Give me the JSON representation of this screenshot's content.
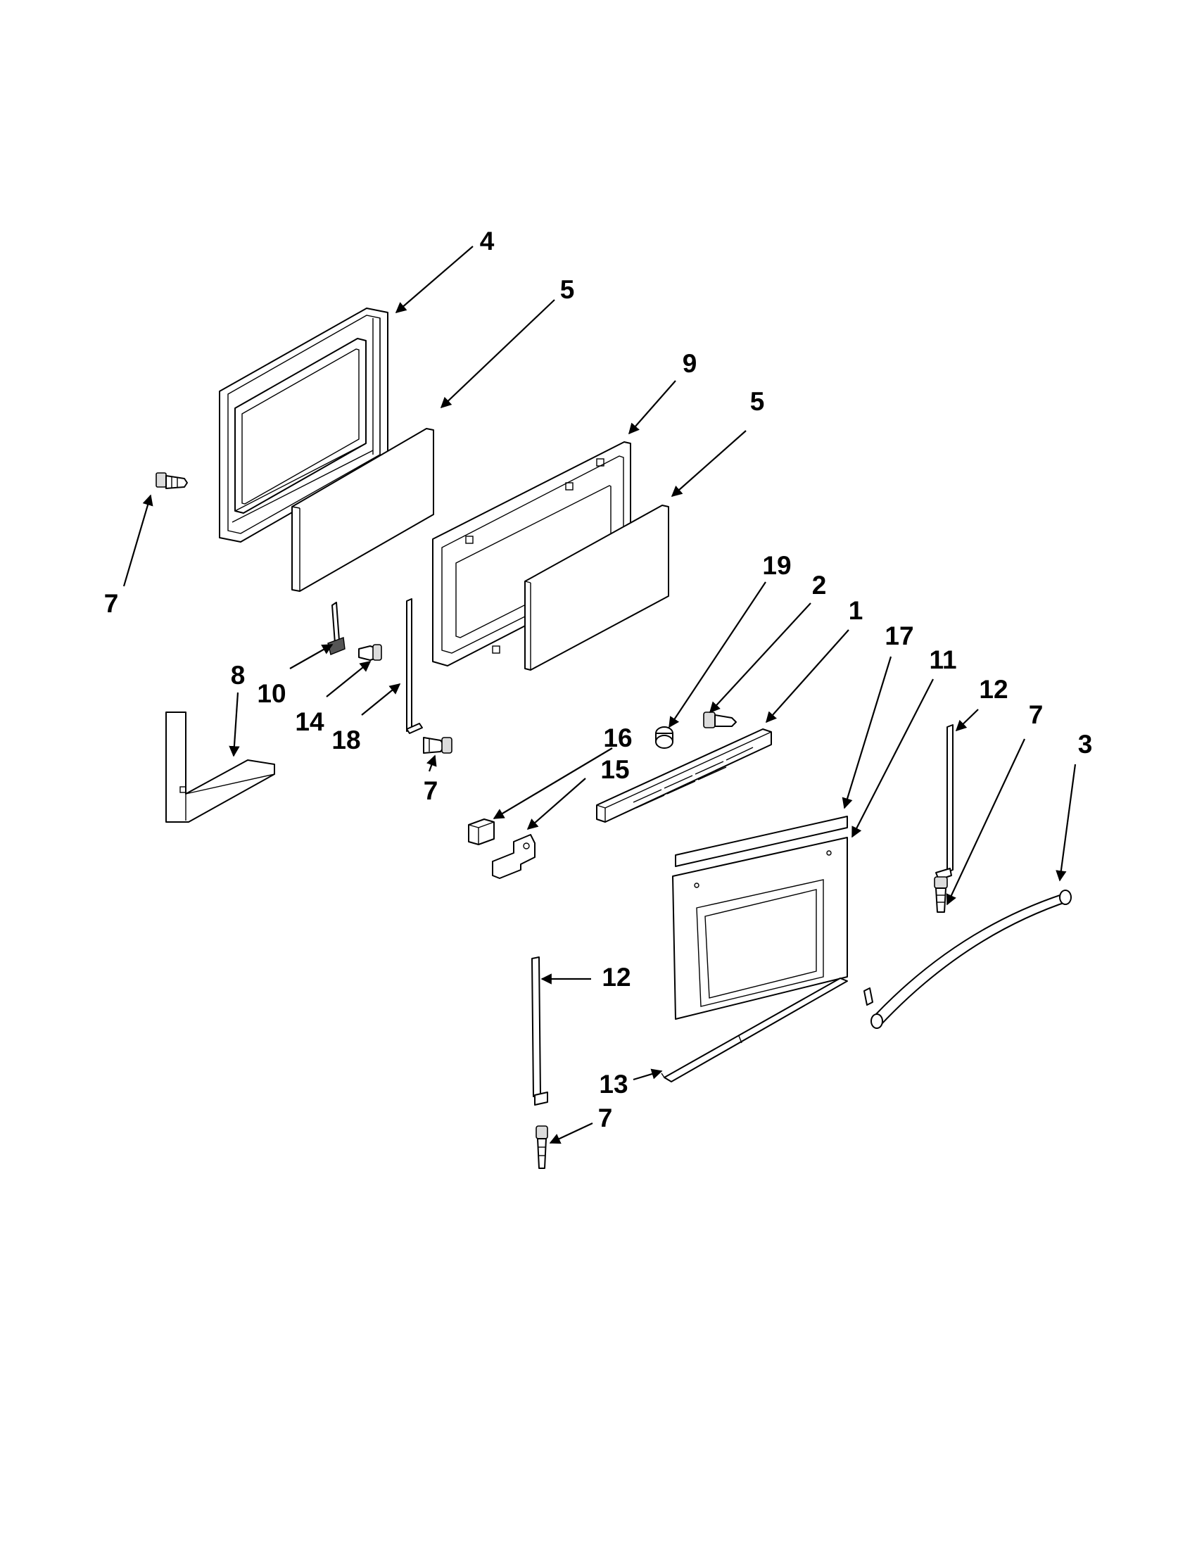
{
  "diagram": {
    "type": "exploded-parts-view",
    "callouts": [
      "4",
      "5",
      "9",
      "5",
      "7",
      "19",
      "2",
      "1",
      "17",
      "11",
      "12",
      "7",
      "3",
      "8",
      "10",
      "14",
      "18",
      "7",
      "16",
      "15",
      "12",
      "13",
      "7"
    ]
  }
}
